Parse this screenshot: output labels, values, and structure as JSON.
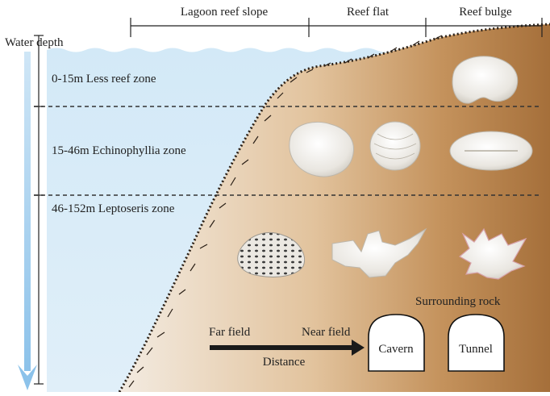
{
  "header": {
    "segments": [
      {
        "label": "Lagoon reef slope"
      },
      {
        "label": "Reef flat"
      },
      {
        "label": "Reef bulge"
      }
    ]
  },
  "axis": {
    "label": "Water depth"
  },
  "zones": [
    {
      "label": "0-15m Less reef zone"
    },
    {
      "label": "15-46m Echinophyllia zone"
    },
    {
      "label": "46-152m Leptoseris zone"
    }
  ],
  "rock": {
    "label": "Surrounding rock"
  },
  "field": {
    "far": "Far field",
    "near": "Near field",
    "distance": "Distance"
  },
  "openings": [
    {
      "label": "Cavern"
    },
    {
      "label": "Tunnel"
    }
  ],
  "colors": {
    "water": "#d7ebf8",
    "water_edge": "#bcdcf2",
    "reef_light": "#f1e6d8",
    "reef_dark": "#a8743f",
    "arrow_depth": "#a9d3f0",
    "line": "#222222"
  }
}
